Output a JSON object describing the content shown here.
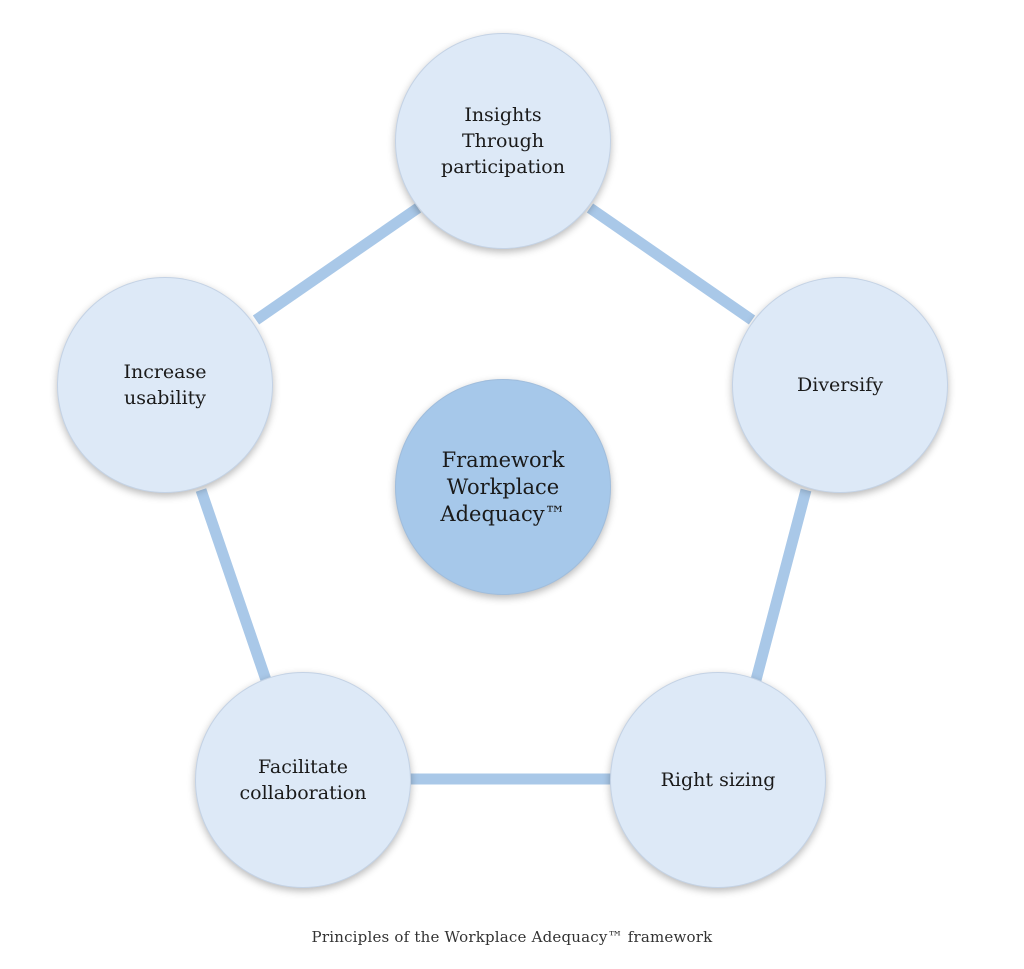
{
  "diagram": {
    "center": {
      "label": "Framework\nWorkplace\nAdequacy™"
    },
    "nodes": [
      {
        "id": "insights",
        "label": "Insights\nThrough\nparticipation"
      },
      {
        "id": "diversify",
        "label": "Diversify"
      },
      {
        "id": "right-sizing",
        "label": "Right sizing"
      },
      {
        "id": "facilitate",
        "label": "Facilitate\ncollaboration"
      },
      {
        "id": "usability",
        "label": "Increase\nusability"
      }
    ],
    "edges": [
      [
        "insights",
        "diversify"
      ],
      [
        "diversify",
        "right-sizing"
      ],
      [
        "right-sizing",
        "facilitate"
      ],
      [
        "facilitate",
        "usability"
      ],
      [
        "usability",
        "insights"
      ]
    ],
    "colors": {
      "node_fill": "#dde9f7",
      "center_fill": "#a6c8ea",
      "edge": "#a9c8e8"
    }
  },
  "caption": "Principles of the Workplace Adequacy™ framework"
}
